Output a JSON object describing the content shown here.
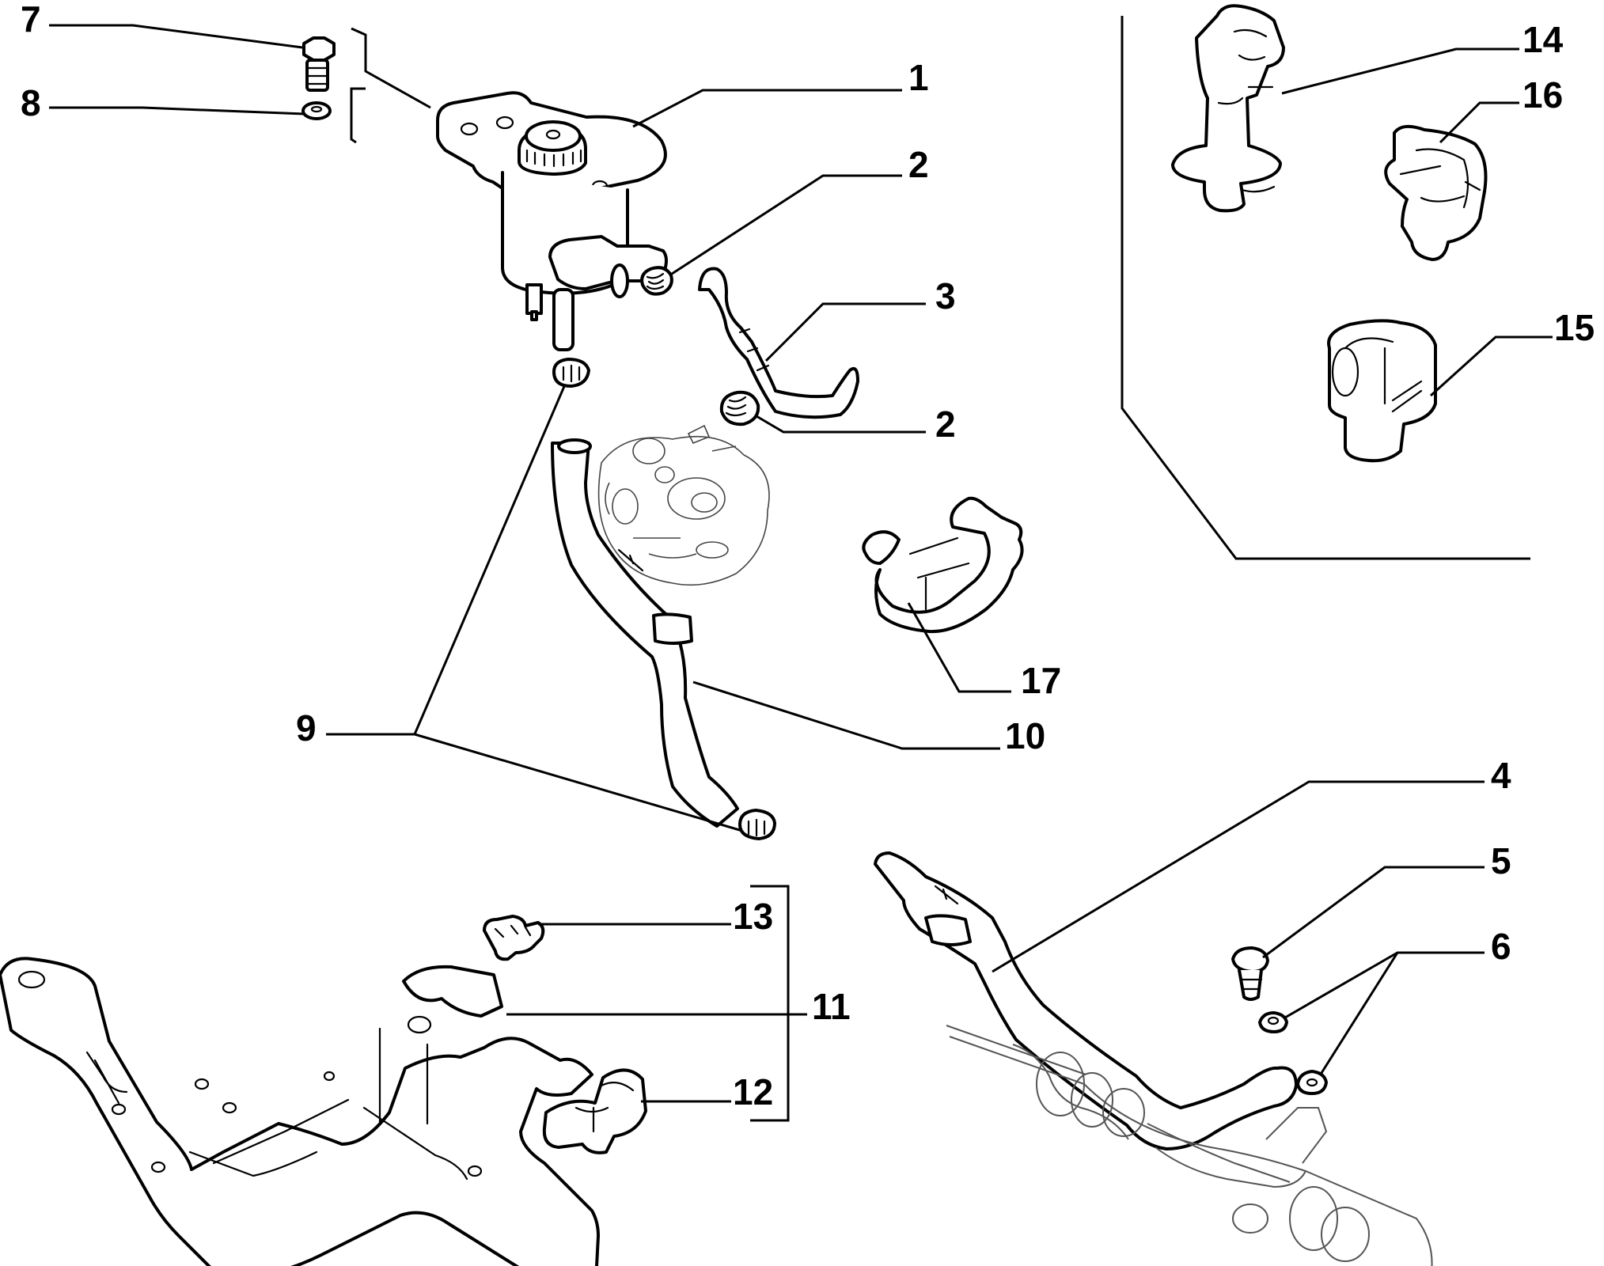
{
  "colors": {
    "ink": "#000000",
    "paper": "#ffffff"
  },
  "callouts": [
    {
      "id": "c7",
      "text": "7"
    },
    {
      "id": "c8",
      "text": "8"
    },
    {
      "id": "c1",
      "text": "1"
    },
    {
      "id": "c2a",
      "text": "2"
    },
    {
      "id": "c3",
      "text": "3"
    },
    {
      "id": "c2b",
      "text": "2"
    },
    {
      "id": "c14",
      "text": "14"
    },
    {
      "id": "c16",
      "text": "16"
    },
    {
      "id": "c15",
      "text": "15"
    },
    {
      "id": "c17",
      "text": "17"
    },
    {
      "id": "c9",
      "text": "9"
    },
    {
      "id": "c10",
      "text": "10"
    },
    {
      "id": "c4",
      "text": "4"
    },
    {
      "id": "c5",
      "text": "5"
    },
    {
      "id": "c6",
      "text": "6"
    },
    {
      "id": "c13",
      "text": "13"
    },
    {
      "id": "c11",
      "text": "11"
    },
    {
      "id": "c12",
      "text": "12"
    }
  ]
}
